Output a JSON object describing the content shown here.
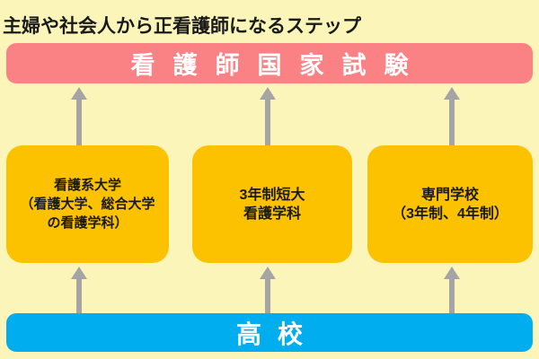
{
  "page": {
    "title": "主婦や社会人から正看護師になるステップ"
  },
  "exam_banner": {
    "label": "看護師国家試験"
  },
  "schools": [
    {
      "name": "nursing-university",
      "lines": [
        "看護系大学",
        "（看護大学、総合大学",
        "の看護学科）"
      ]
    },
    {
      "name": "three-year-junior-college",
      "lines": [
        "3年制短大",
        "看護学科"
      ]
    },
    {
      "name": "vocational-school",
      "lines": [
        "専門学校",
        "（3年制、4年制）"
      ]
    }
  ],
  "highschool_banner": {
    "label": "高校"
  },
  "colors": {
    "background": "#FBF5B9",
    "exam_banner": "#FA8284",
    "school_box": "#FCC200",
    "highschool_banner": "#00AEEF",
    "arrow": "#A5A5A5",
    "text_dark": "#1A1A1A",
    "text_light": "#FFFFFF"
  }
}
